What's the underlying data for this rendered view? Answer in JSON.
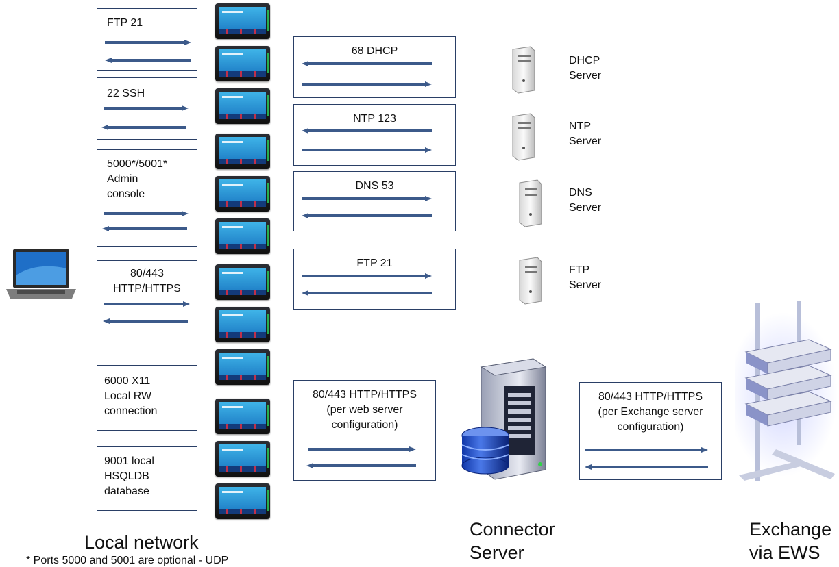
{
  "left_boxes": [
    {
      "id": "ftp",
      "text": "FTP 21"
    },
    {
      "id": "ssh",
      "text": "22 SSH"
    },
    {
      "id": "admin",
      "text": "5000*/5001*\nAdmin\nconsole"
    },
    {
      "id": "http",
      "text": "80/443\nHTTP/HTTPS"
    },
    {
      "id": "x11",
      "text": "6000 X11\nLocal RW\nconnection"
    },
    {
      "id": "hsql",
      "text": "9001 local\nHSQLDB\ndatabase"
    }
  ],
  "middle_boxes": [
    {
      "id": "dhcp",
      "text": "68 DHCP"
    },
    {
      "id": "ntp",
      "text": "NTP 123"
    },
    {
      "id": "dns",
      "text": "DNS 53"
    },
    {
      "id": "ftp2",
      "text": "FTP 21"
    },
    {
      "id": "web",
      "text": "80/443  HTTP/HTTPS\n(per web server\nconfiguration)"
    }
  ],
  "exchange_box": {
    "text": "80/443  HTTP/HTTPS\n(per Exchange server\nconfiguration)"
  },
  "servers": [
    {
      "id": "dhcp",
      "label": "DHCP\nServer"
    },
    {
      "id": "ntp",
      "label": "NTP\nServer"
    },
    {
      "id": "dns",
      "label": "DNS\nServer"
    },
    {
      "id": "ftp",
      "label": "FTP\nServer"
    }
  ],
  "labels": {
    "local_network": "Local network",
    "connector": "Connector\nServer",
    "exchange": "Exchange\nvia EWS",
    "footnote": "* Ports 5000 and 5001 are optional - UDP"
  },
  "colors": {
    "arrow": "#3c5a8a",
    "box_border": "#2a3f66"
  }
}
